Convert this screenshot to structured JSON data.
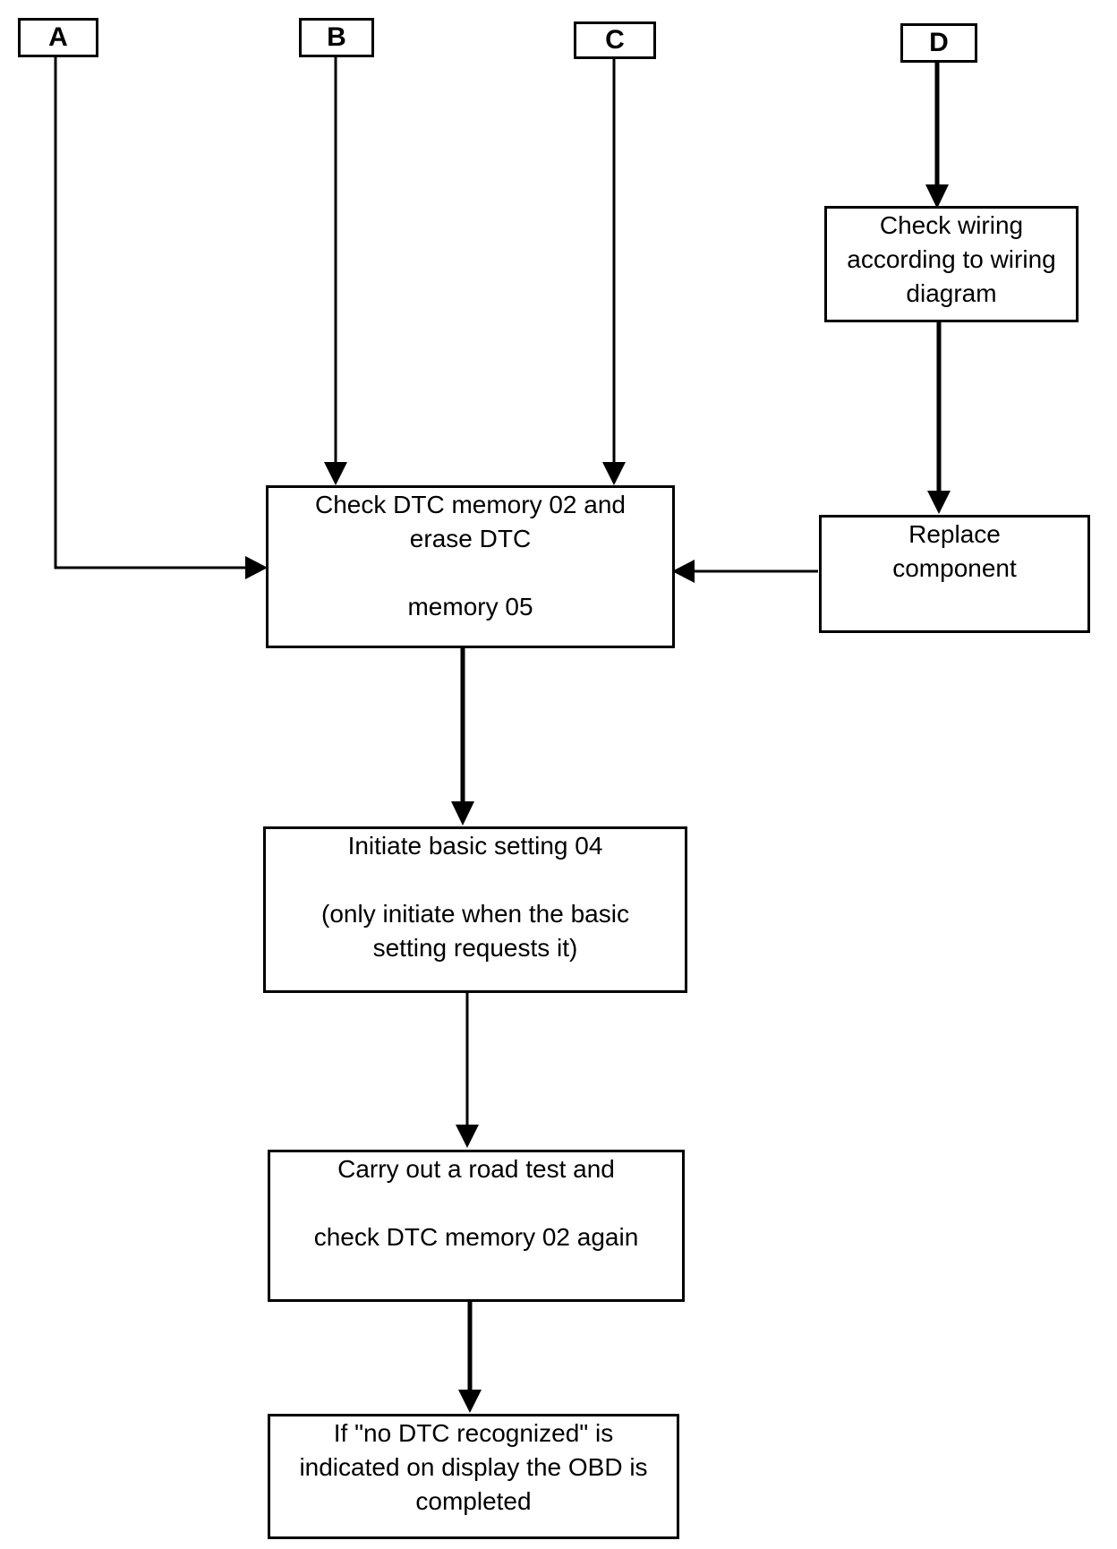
{
  "colors": {
    "line": "#000000",
    "background": "#ffffff"
  },
  "entry_labels": {
    "a": "A",
    "b": "B",
    "c": "C",
    "d": "D"
  },
  "steps": {
    "check_wiring": "Check wiring\naccording to wiring\ndiagram",
    "replace_component": "Replace\ncomponent",
    "check_dtc_memory": "Check DTC memory 02 and\nerase DTC\n\nmemory 05",
    "initiate_basic_setting": "Initiate basic setting 04\n\n(only initiate when the basic\nsetting requests it)",
    "road_test": "Carry out a road test  and\n\ncheck DTC memory 02 again",
    "obd_completed": "If \"no DTC recognized\" is\nindicated on display the OBD is\ncompleted"
  }
}
